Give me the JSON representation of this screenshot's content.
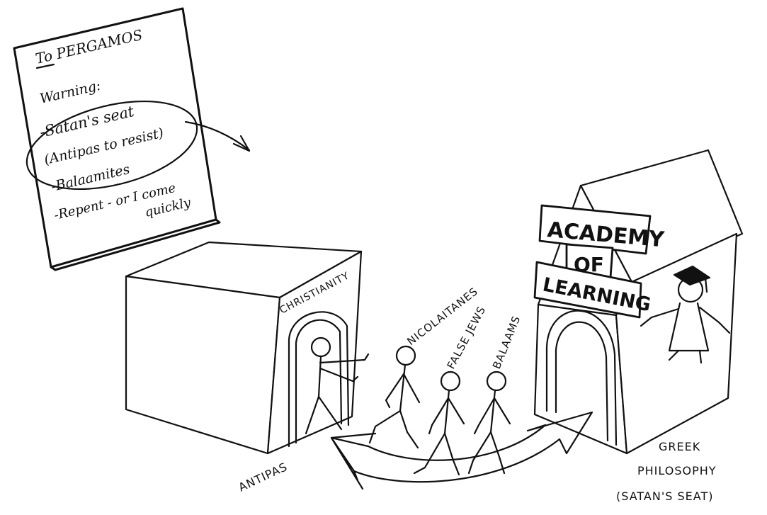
{
  "note": {
    "title": "To PERGAMOS",
    "warning": "Warning:",
    "line1": "-Satan's seat",
    "line2": "(Antipas to resist)",
    "line3": "-Balaamites",
    "line4": "-Repent - or I come",
    "line5": "quickly"
  },
  "christianity_label": "CHRISTIANITY",
  "academy": {
    "word1": "ACADEMY",
    "word2": "OF",
    "word3": "LEARNING"
  },
  "figures": {
    "nicolaitanes": "NICOLAITANES",
    "false_jews": "FALSE JEWS",
    "balaams": "BALAAMS",
    "antipas": "ANTIPAS"
  },
  "caption": {
    "line1": "GREEK",
    "line2": "PHILOSOPHY",
    "line3": "(SATAN'S SEAT)"
  }
}
